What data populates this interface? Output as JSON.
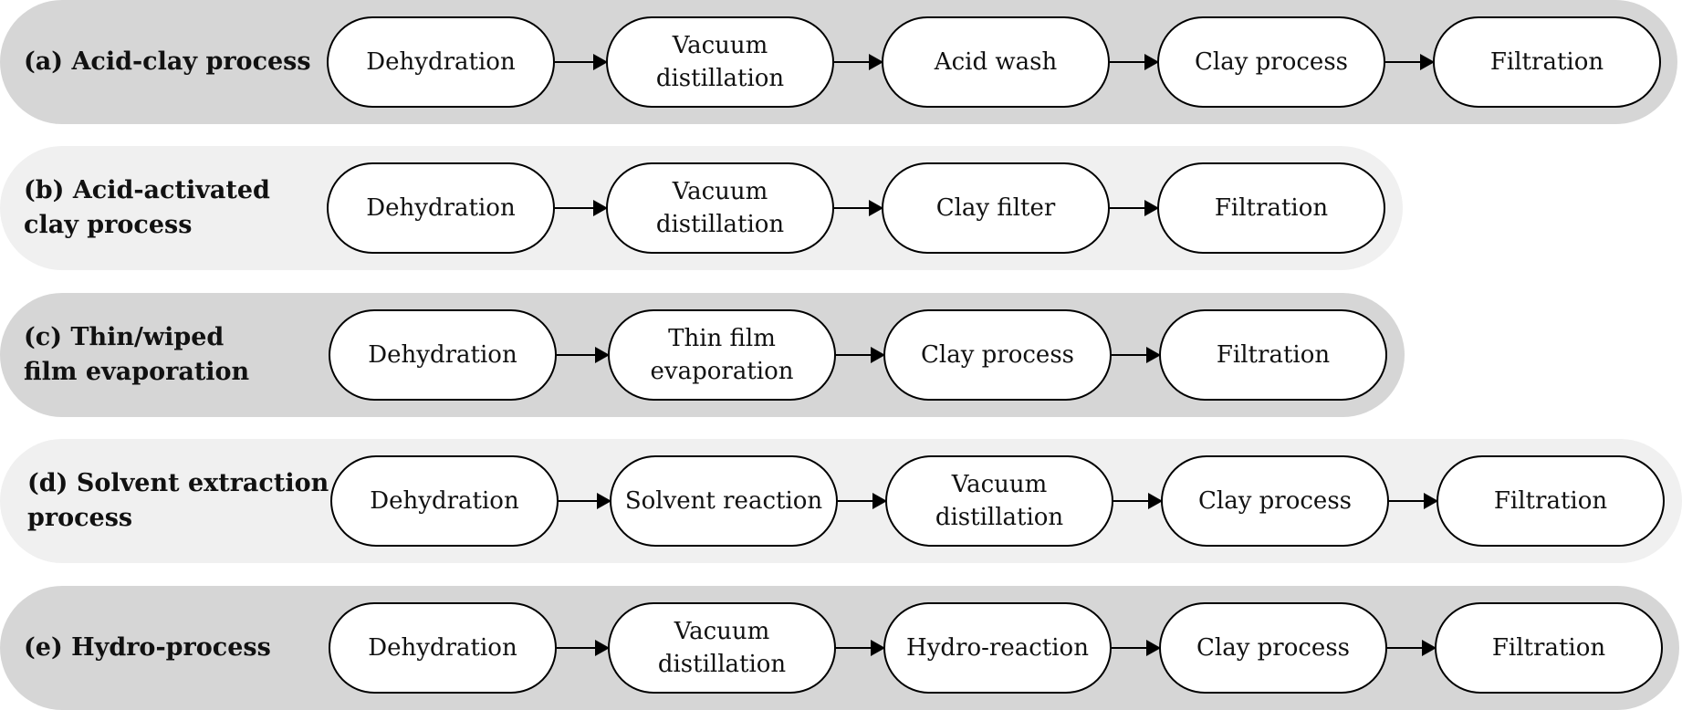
{
  "processes": [
    {
      "label": "(a) Acid-clay process",
      "steps": [
        "Dehydration",
        "Vacuum\ndistillation",
        "Acid wash",
        "Clay process",
        "Filtration"
      ]
    },
    {
      "label": "(b) Acid-activated\n      clay process",
      "steps": [
        "Dehydration",
        "Vacuum\ndistillation",
        "Clay filter",
        "Filtration"
      ]
    },
    {
      "label": "(c) Thin/wiped\n      film evaporation",
      "steps": [
        "Dehydration",
        "Thin film\nevaporation",
        "Clay process",
        "Filtration"
      ]
    },
    {
      "label": "(d) Solvent extraction\n      process",
      "steps": [
        "Dehydration",
        "Solvent reaction",
        "Vacuum\ndistillation",
        "Clay process",
        "Filtration"
      ]
    },
    {
      "label": "(e) Hydro-process",
      "steps": [
        "Dehydration",
        "Vacuum\ndistillation",
        "Hydro-reaction",
        "Clay process",
        "Filtration"
      ]
    }
  ]
}
